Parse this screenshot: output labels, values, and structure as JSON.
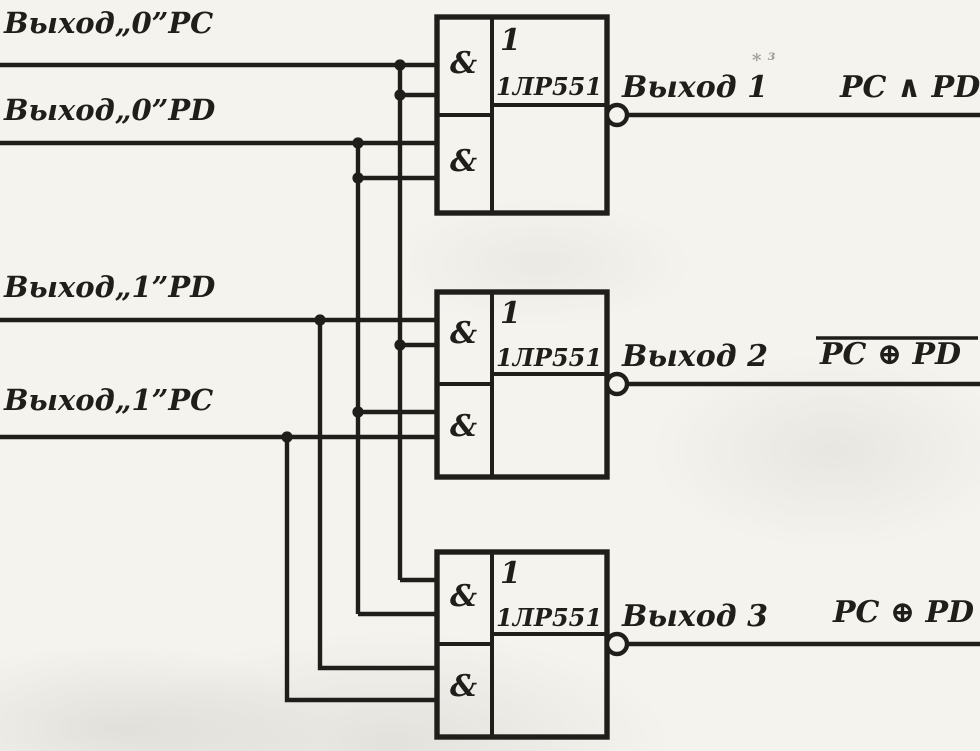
{
  "palette": {
    "paper": "#f5f3ee",
    "ink": "#201e1b"
  },
  "inputs": [
    {
      "label": "Выход„0”РС"
    },
    {
      "label": "Выход„0”РD"
    },
    {
      "label": "Выход„1”РD"
    },
    {
      "label": "Выход„1”РС"
    }
  ],
  "gates": [
    {
      "and_top": "&",
      "and_bottom": "&",
      "or_symbol": "1",
      "chip": "1ЛР551"
    },
    {
      "and_top": "&",
      "and_bottom": "&",
      "or_symbol": "1",
      "chip": "1ЛР551"
    },
    {
      "and_top": "&",
      "and_bottom": "&",
      "or_symbol": "1",
      "chip": "1ЛР551"
    }
  ],
  "outputs": [
    {
      "label": "Выход 1",
      "formula": "PC ∧ PD"
    },
    {
      "label": "Выход 2",
      "formula": "PC ⊕ PD"
    },
    {
      "label": "Выход 3",
      "formula": "PC ⊕ PD"
    }
  ],
  "stray_mark": "* ³"
}
